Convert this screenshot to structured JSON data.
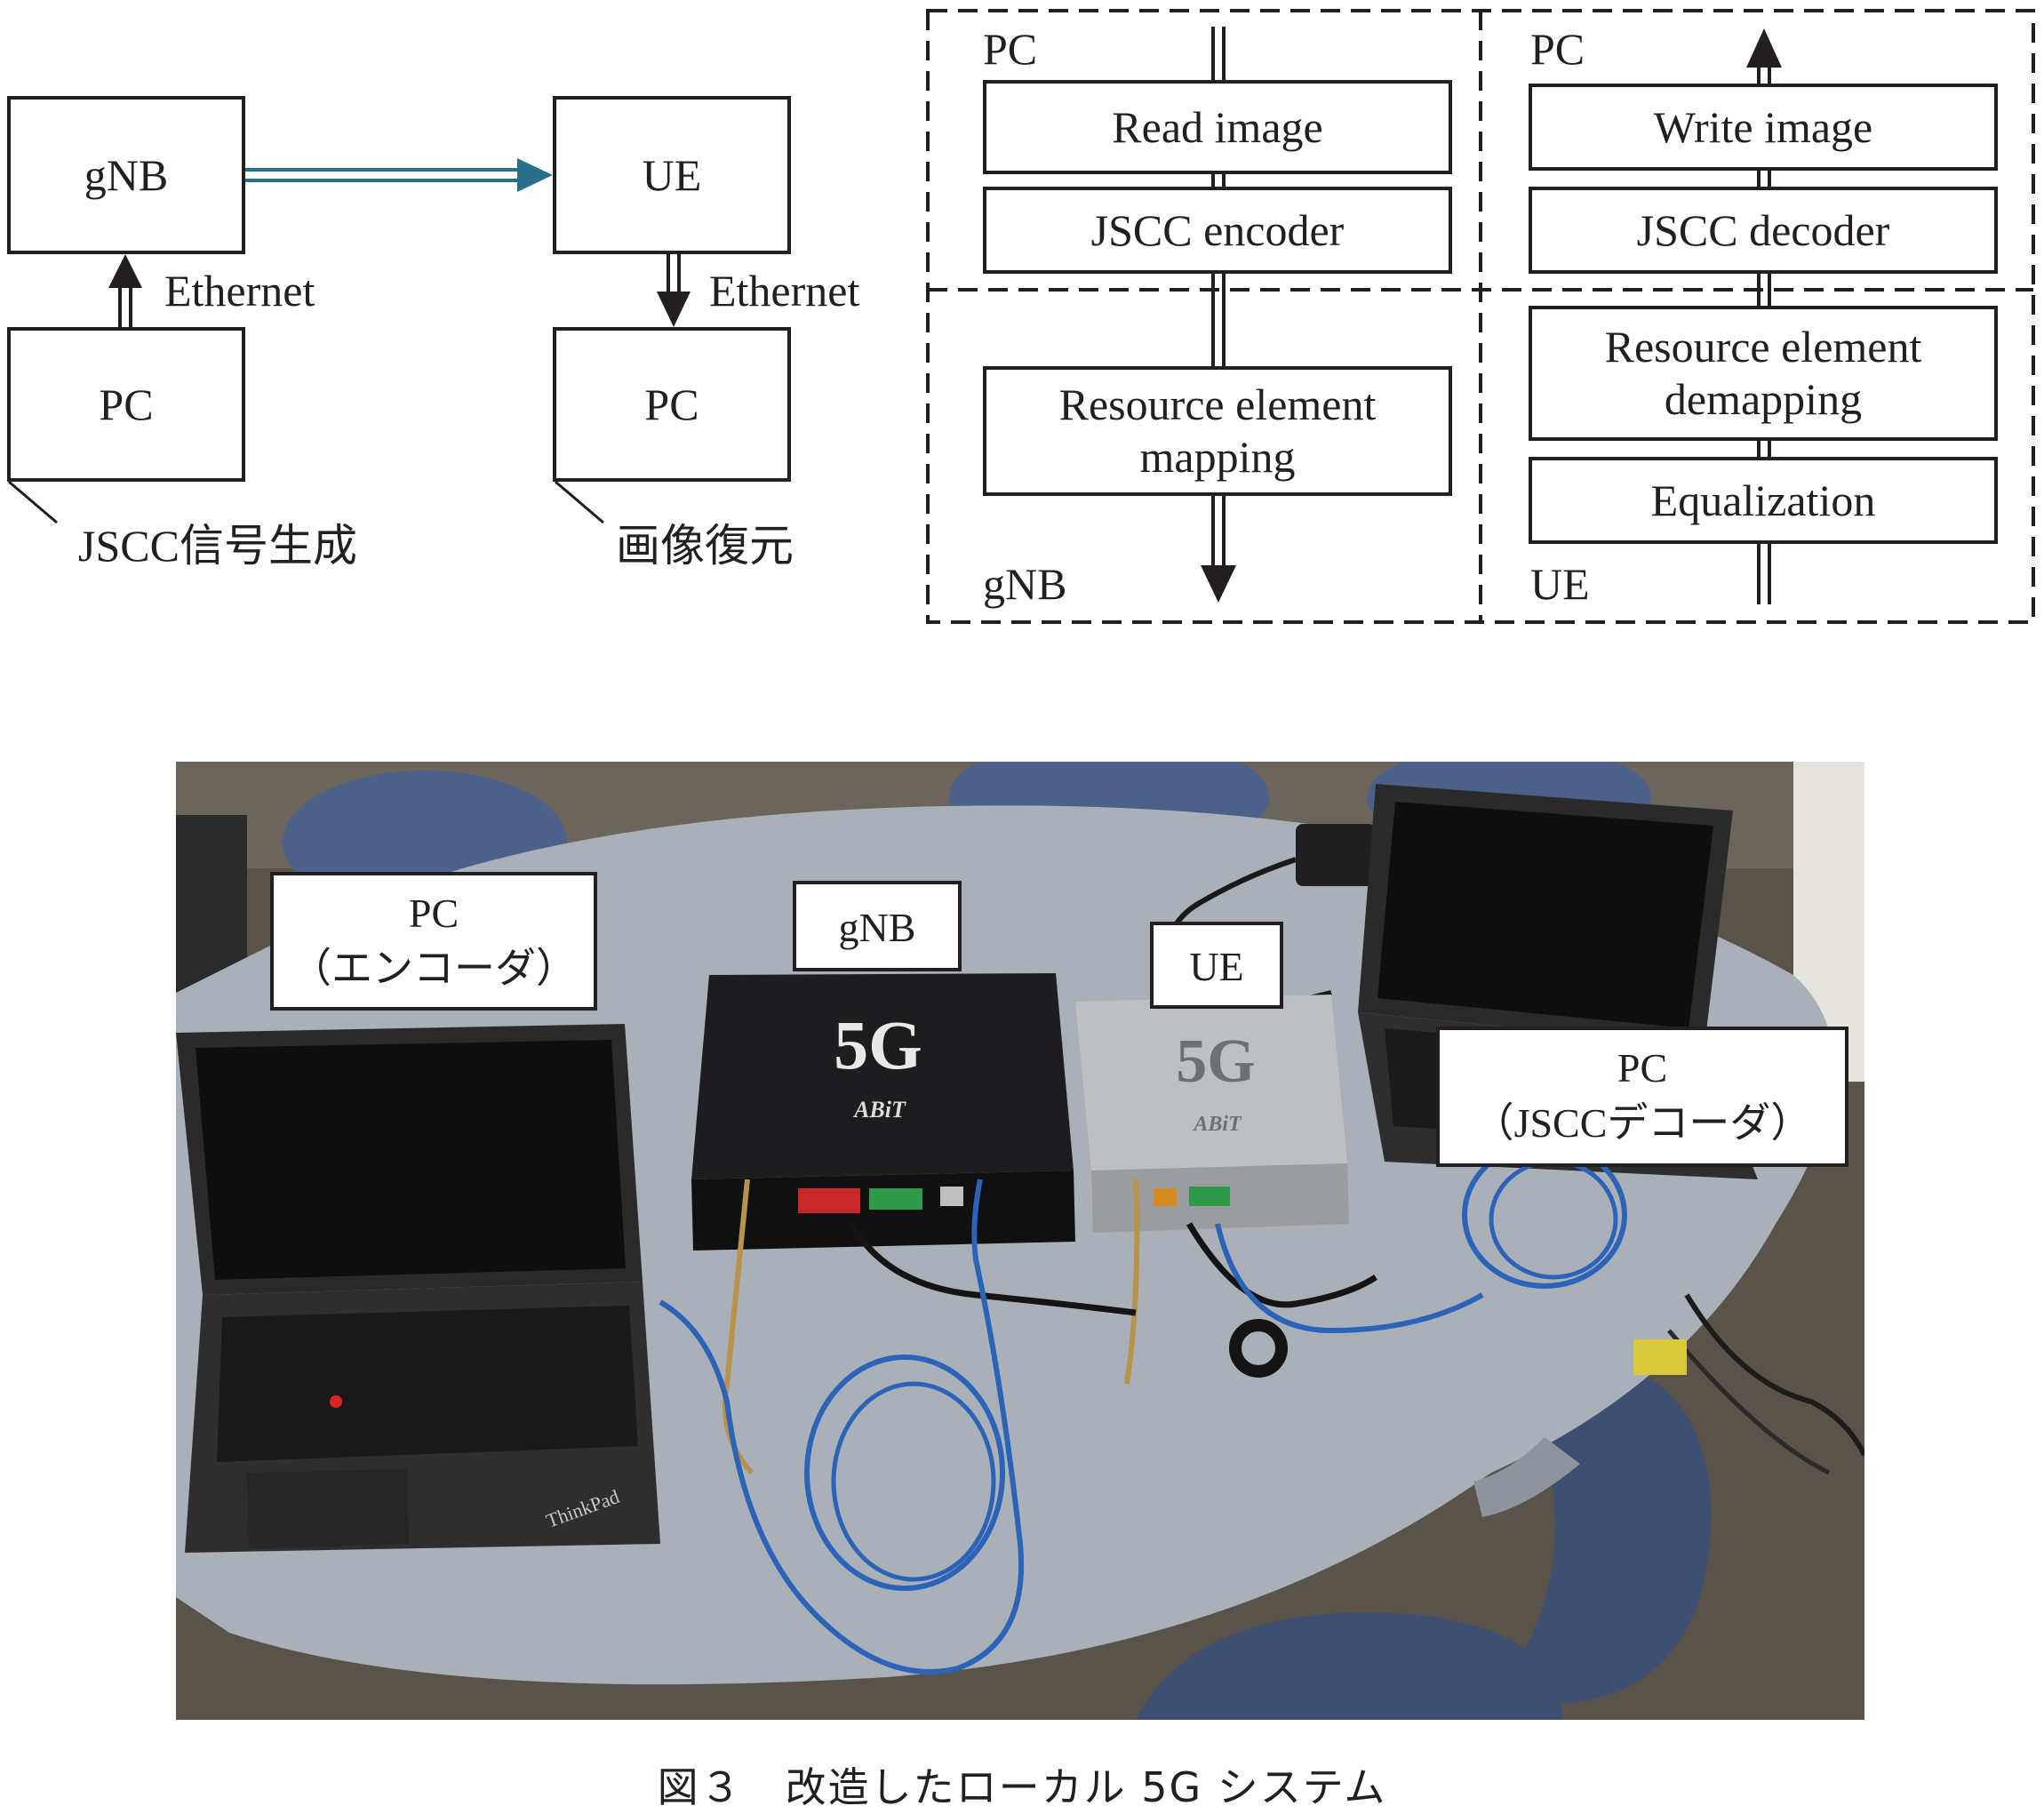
{
  "left_diagram": {
    "gnb_label": "gNB",
    "ue_label": "UE",
    "pc_tx_label": "PC",
    "pc_rx_label": "PC",
    "ethernet_tx_label": "Ethernet",
    "ethernet_rx_label": "Ethernet",
    "pc_tx_note": "JSCC信号生成",
    "pc_rx_note": "画像復元",
    "colors": {
      "wireless_link": "#2a6f8a",
      "line": "#231f20"
    }
  },
  "right_diagram": {
    "tx": {
      "pc_region_label": "PC",
      "gnb_region_label": "gNB",
      "blocks": [
        "Read image",
        "JSCC encoder",
        "Resource element mapping"
      ]
    },
    "rx": {
      "pc_region_label": "PC",
      "ue_region_label": "UE",
      "blocks": [
        "Write image",
        "JSCC decoder",
        "Resource element demapping",
        "Equalization"
      ]
    }
  },
  "photo": {
    "labels": {
      "pc_encoder_line1": "PC",
      "pc_encoder_line2": "（エンコーダ）",
      "gnb": "gNB",
      "ue": "UE",
      "pc_decoder_line1": "PC",
      "pc_decoder_line2": "（JSCCデコーダ）"
    },
    "device_text": {
      "gnb_5g": "5G",
      "gnb_brand": "ABiT",
      "ue_5g": "5G",
      "ue_brand": "ABiT",
      "laptop_brand": "ThinkPad"
    },
    "colors": {
      "table": "#a9b0b8",
      "floor": "#5a534a",
      "chair": "#4c6189",
      "cable": "#2b63b8",
      "gnb_box": "#1d1d1f",
      "ue_box": "#bdbfc2"
    }
  },
  "caption": "図３　改造したローカル 5G システム"
}
